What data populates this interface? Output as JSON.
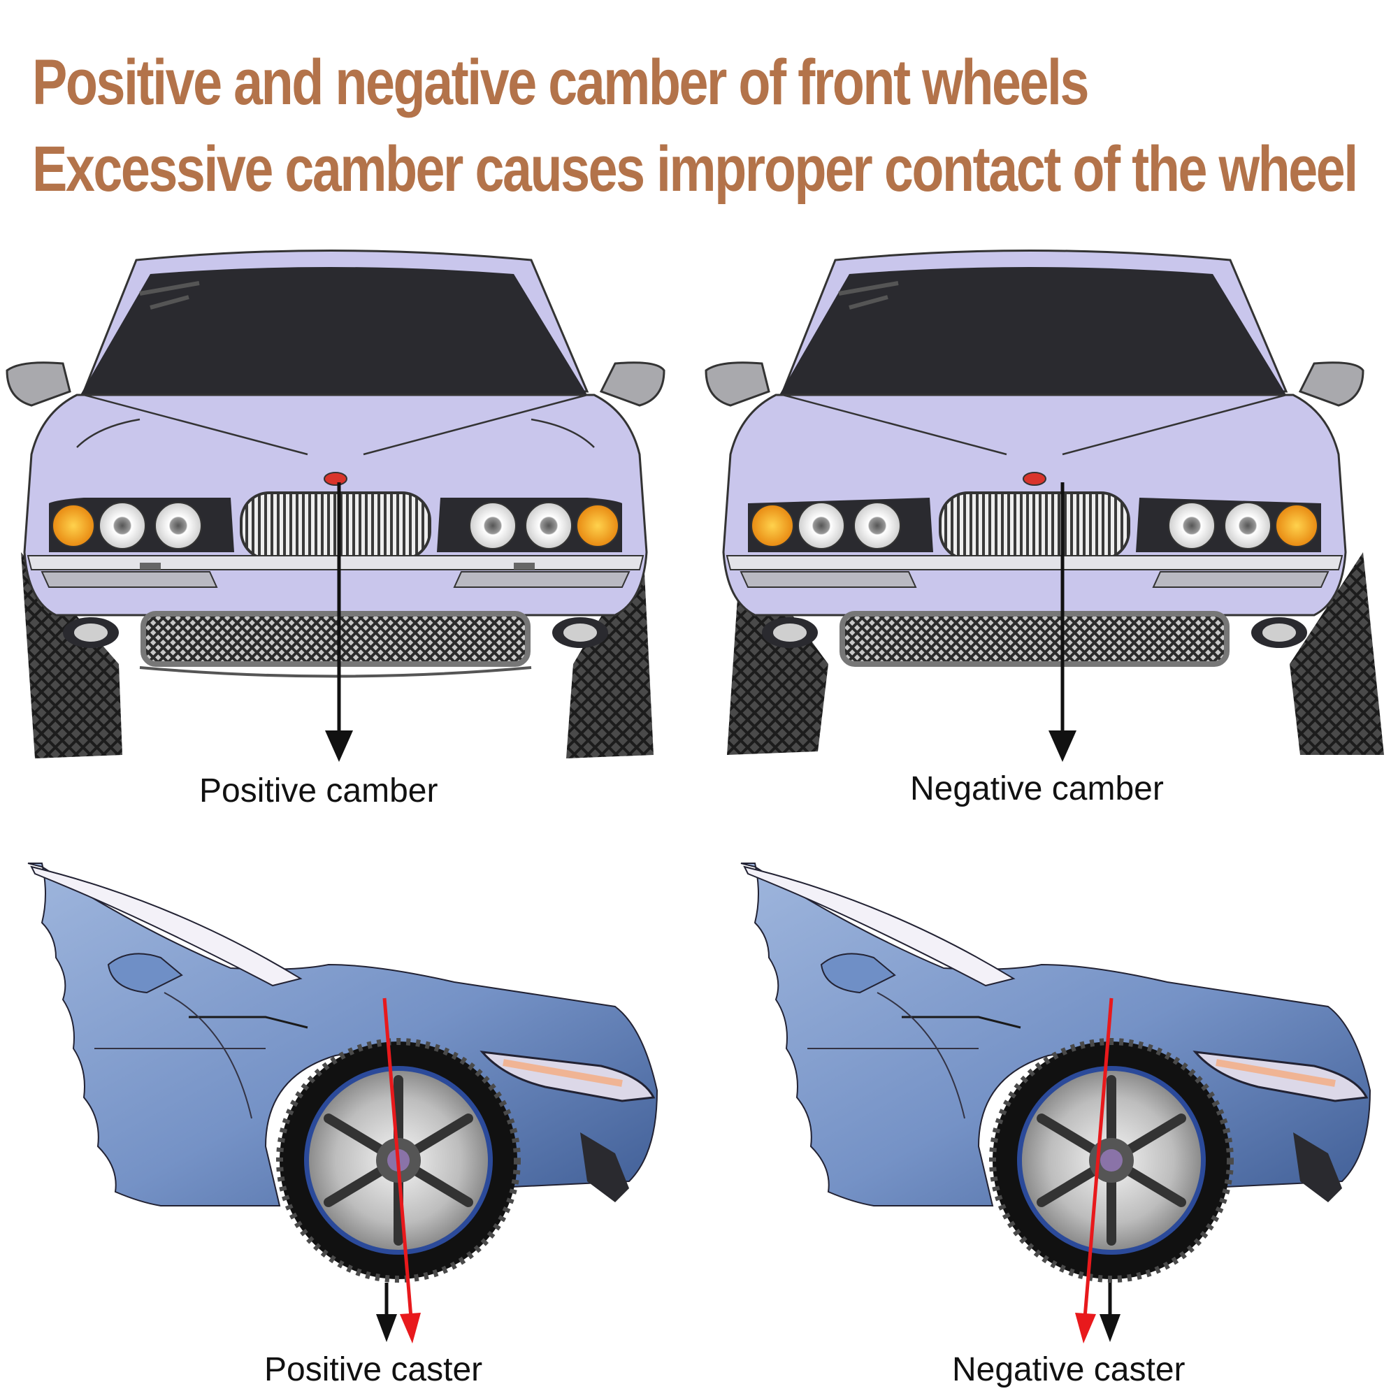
{
  "headline": {
    "line1": "Positive and negative camber of front wheels",
    "line2": "Excessive camber causes improper contact of the wheel"
  },
  "panels": {
    "positive_camber": {
      "label": "Positive camber"
    },
    "negative_camber": {
      "label": "Negative camber"
    },
    "positive_caster": {
      "label": "Positive caster"
    },
    "negative_caster": {
      "label": "Negative caster"
    }
  },
  "colors": {
    "headline": "#b3734a",
    "car_body_front": "#c9c6ec",
    "car_body_side": "#7d98c9",
    "caster_line": "#e8191c",
    "reference_line": "#111111"
  }
}
